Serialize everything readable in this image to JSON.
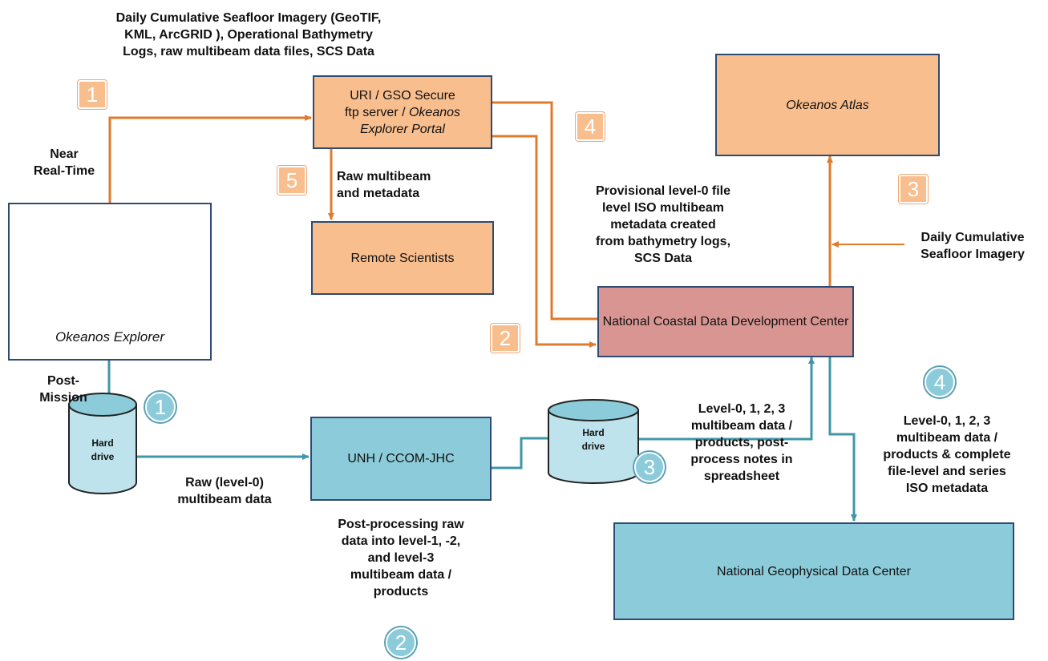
{
  "title_label": [
    "Daily Cumulative Seafloor Imagery (GeoTIF,",
    "KML, ArcGRID ), Operational Bathymetry",
    "Logs, raw multibeam data files, SCS Data"
  ],
  "nodes": {
    "ftp": {
      "line1": "URI / GSO Secure",
      "line2": "ftp server / ",
      "line2_italic": "Okeanos",
      "line3": "Explorer Portal"
    },
    "atlas": "Okeanos Atlas",
    "remote": "Remote Scientists",
    "ncddc": "National Coastal Data Development Center",
    "unh": "UNH / CCOM-JHC",
    "ngdc": "National Geophysical Data Center",
    "ship": "Okeanos Explorer"
  },
  "labels": {
    "near_realtime": [
      "Near",
      "Real-Time"
    ],
    "post_mission": [
      "Post-",
      "Mission"
    ],
    "raw_mb_meta": [
      "Raw multibeam",
      "and metadata"
    ],
    "provisional": [
      "Provisional level-0  file",
      "level ISO multibeam",
      "metadata created",
      "from bathymetry logs,",
      "SCS Data"
    ],
    "daily_cum": [
      "Daily Cumulative",
      "Seafloor Imagery"
    ],
    "raw_level0": [
      "Raw (level-0)",
      "multibeam data"
    ],
    "post_processing": [
      "Post-processing raw",
      "data into level-1, -2,",
      "and level-3",
      "multibeam data /",
      "products"
    ],
    "level_to_ncddc": [
      "Level-0, 1, 2, 3",
      "multibeam data /",
      "products, post-",
      "process notes in",
      "spreadsheet"
    ],
    "level_to_ngdc": [
      "Level-0, 1, 2, 3",
      "multibeam data /",
      "products & complete",
      "file-level and series",
      "ISO metadata"
    ]
  },
  "drives": {
    "left": [
      "Hard",
      "drive"
    ],
    "right": [
      "Hard",
      "drive"
    ]
  },
  "markers": {
    "sq1": "1",
    "sq2": "2",
    "sq3": "3",
    "sq4": "4",
    "sq5": "5",
    "c1": "1",
    "c2": "2",
    "c3": "3",
    "c4": "4"
  },
  "colors": {
    "orange_box": "#f9be8e",
    "blue_box": "#8ccbd9",
    "pink_box": "#d99592",
    "orange_arrow": "#e07b2c",
    "teal_arrow": "#3f97a8"
  }
}
